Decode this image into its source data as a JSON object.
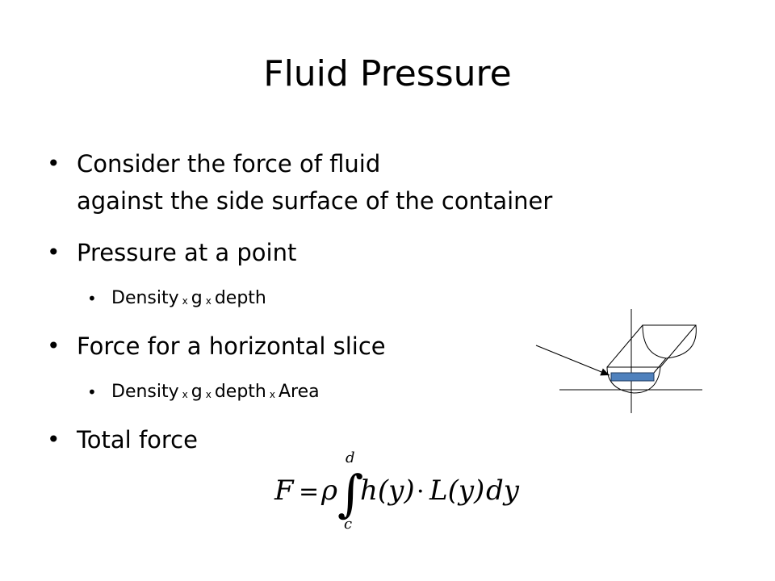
{
  "slide": {
    "title": "Fluid Pressure",
    "bullets": {
      "consider_line1": "Consider the force of fluid",
      "consider_line2": "against the side surface of the container",
      "pressure_point": "Pressure at a point",
      "pressure_sub": {
        "w1": "Density",
        "x": "x",
        "w2": "g",
        "w3": "depth"
      },
      "force_slice": "Force for a horizontal slice",
      "force_sub": {
        "w1": "Density",
        "x": "x",
        "w2": "g",
        "w3": "depth",
        "w4": "Area"
      },
      "total_force": "Total force"
    },
    "formula": {
      "lhs": "F",
      "equals": "=",
      "rho": "ρ",
      "integral": "∫",
      "upper_limit": "d",
      "lower_limit": "c",
      "h_of_y": "h(y)",
      "dot": "·",
      "L_of_y": "L(y)",
      "dy": "dy"
    },
    "colors": {
      "slice_fill": "#4f81bd",
      "text": "#000000"
    }
  }
}
